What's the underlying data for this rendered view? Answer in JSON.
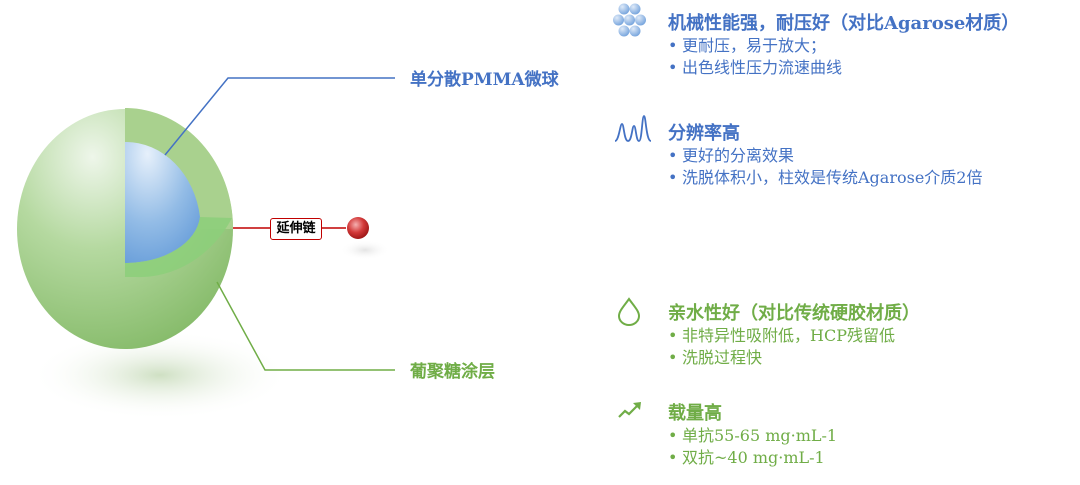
{
  "diagram": {
    "labels": {
      "core": "单分散PMMA微球",
      "coating": "葡聚糖涂层",
      "extension_chain": "延伸链"
    }
  },
  "features": [
    {
      "icon": "beads-cluster-icon",
      "title": "机械性能强，耐压好（对比Agarose材质）",
      "items": [
        "更耐压，易于放大；",
        "出色线性压力流速曲线"
      ],
      "color": "#4472C4"
    },
    {
      "icon": "chromatogram-peaks-icon",
      "title": "分辨率高",
      "items": [
        "更好的分离效果",
        "洗脱体积小，柱效是传统Agarose介质2倍"
      ],
      "color": "#4472C4"
    },
    {
      "icon": "water-drop-icon",
      "title": "亲水性好（对比传统硬胶材质）",
      "items": [
        "非特异性吸附低，HCP残留低",
        "洗脱过程快"
      ],
      "color": "#70AD47"
    },
    {
      "icon": "trend-up-icon",
      "title": "载量高",
      "items": [
        "单抗55-65 mg·mL-1",
        "双抗~40 mg·mL-1"
      ],
      "color": "#70AD47"
    }
  ],
  "bullet": "•"
}
